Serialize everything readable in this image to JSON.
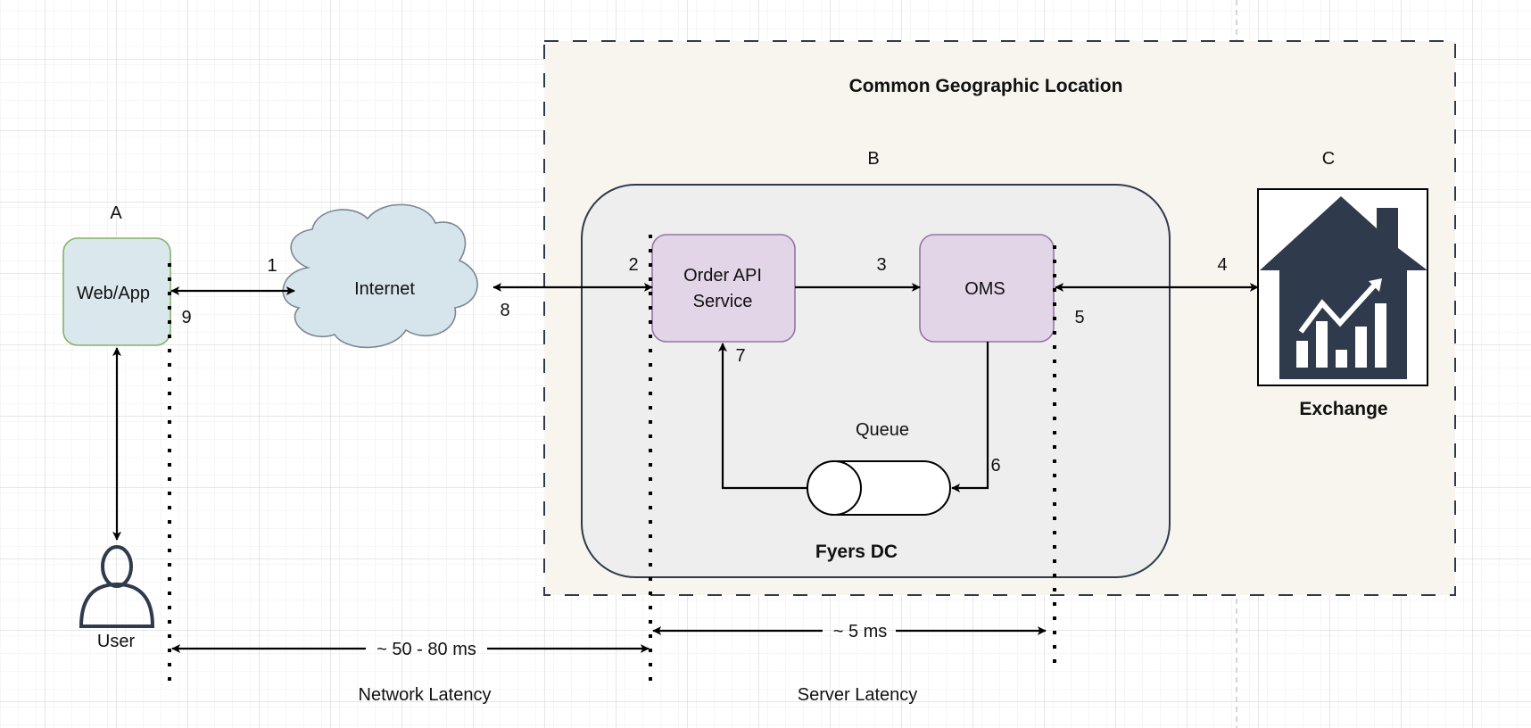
{
  "diagram": {
    "region_title": "Common Geographic Location",
    "labels": {
      "a": "A",
      "b": "B",
      "c": "C"
    },
    "nodes": {
      "web_app": "Web/App",
      "internet": "Internet",
      "order_api": [
        "Order API",
        "Service"
      ],
      "oms": "OMS",
      "queue": "Queue",
      "exchange": "Exchange",
      "user": "User",
      "datacenter": "Fyers DC"
    },
    "steps": {
      "s1": "1",
      "s2": "2",
      "s3": "3",
      "s4": "4",
      "s5": "5",
      "s6": "6",
      "s7": "7",
      "s8": "8",
      "s9": "9"
    },
    "latency": {
      "network_value": "~ 50 - 80 ms",
      "network_label": "Network Latency",
      "server_value": "~ 5 ms",
      "server_label": "Server Latency"
    },
    "icons": {
      "user": "user-icon",
      "exchange": "exchange-house-chart-icon",
      "cloud": "cloud-icon",
      "queue": "queue-cylinder-icon"
    },
    "colors": {
      "region_fill": "#f7f5ee",
      "dc_fill": "#eeeeee",
      "service_fill": "#e1d5e7",
      "service_stroke": "#9673a6",
      "webapp_fill": "#dae8ee",
      "webapp_stroke": "#82b366",
      "cloud_fill": "#d6e4ec",
      "icon_dark": "#2f3a4c"
    }
  }
}
